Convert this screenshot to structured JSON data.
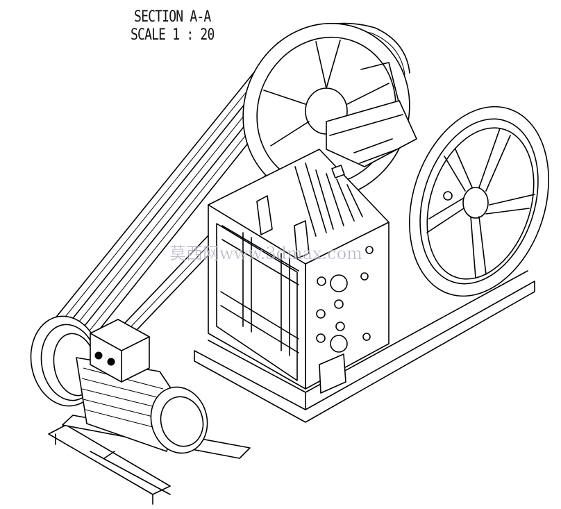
{
  "drawing": {
    "section_label": "SECTION A-A",
    "scale_label": "SCALE 1 : 20",
    "watermark": "莫西网www.3dmax.com"
  }
}
